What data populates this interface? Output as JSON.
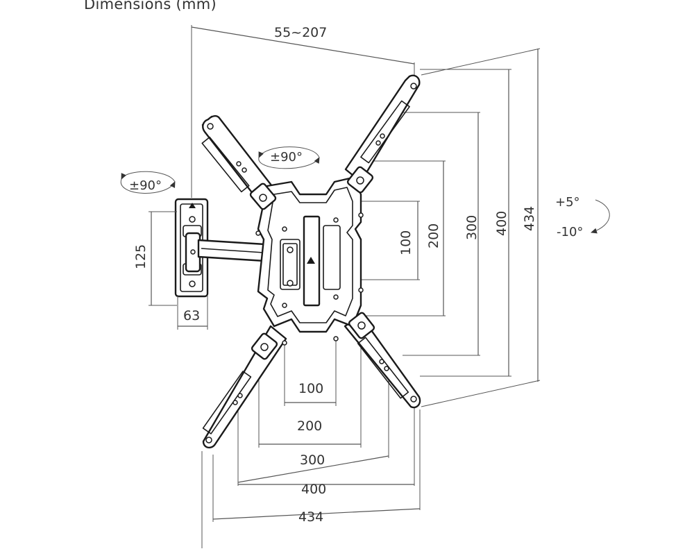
{
  "title": "Dimensions (mm)",
  "arm": {
    "depth_range": "55~207",
    "swivel": "±90°",
    "plate_height": "125",
    "plate_width": "63"
  },
  "bracket": {
    "rotation": "±90°",
    "tilt_up": "+5°",
    "tilt_down": "-10°"
  },
  "vertical_dims": [
    "100",
    "200",
    "300",
    "400",
    "434"
  ],
  "horizontal_dims": [
    "100",
    "200",
    "300",
    "400",
    "434"
  ]
}
